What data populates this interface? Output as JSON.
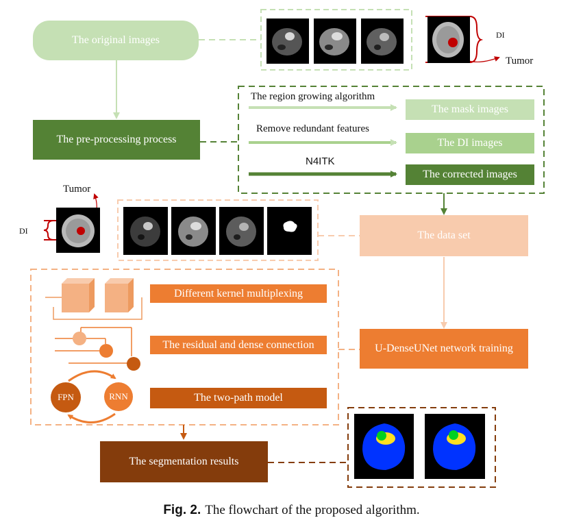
{
  "nodes": {
    "original_images": "The original images",
    "preprocessing": "The pre-processing process",
    "mask_images": "The mask images",
    "di_images": "The DI images",
    "corrected_images": "The corrected images",
    "data_set": "The data set",
    "training": "U-DenseUNet network training",
    "kernel": "Different kernel multiplexing",
    "residual": "The residual and dense connection",
    "two_path": "The two-path model",
    "segmentation": "The segmentation results"
  },
  "edges": {
    "region_growing": "The region growing algorithm",
    "remove_features": "Remove redundant features",
    "n4itk": "N4ITK"
  },
  "annotations": {
    "di_top": "DI",
    "tumor_top": "Tumor",
    "di_left": "DI",
    "tumor_left": "Tumor"
  },
  "mini_diagram": {
    "fpn": "FPN",
    "rnn": "RNN"
  },
  "caption": {
    "label": "Fig. 2.",
    "text": "The flowchart of the proposed algorithm."
  },
  "colors": {
    "light_green": "#c5e0b4",
    "mid_green": "#a9d18e",
    "dark_green": "#548235",
    "dashed_green": "#8aa860",
    "light_orange": "#f8cbad",
    "orange": "#f4b183",
    "dark_orange": "#ed7d31",
    "brown_orange": "#c55a11",
    "dark_brown": "#843c0c",
    "tumor_red": "#c00000",
    "seg_blue": "#0033ff",
    "seg_green": "#00d020",
    "seg_yellow": "#ffe020"
  }
}
